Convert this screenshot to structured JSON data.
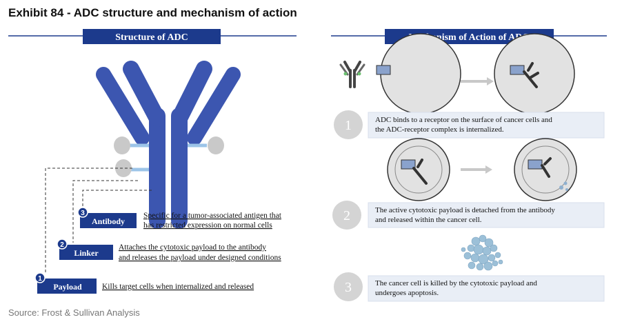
{
  "exhibit_title": "Exhibit 84 - ADC structure and mechanism of action",
  "source": "Source: Frost & Sullivan Analysis",
  "structure": {
    "title": "Structure of ADC",
    "components": [
      {
        "number": "3",
        "label": "Antibody",
        "desc_line1": "Specific for a tumor-associated antigen that",
        "desc_line2": "has restricted expression on normal cells"
      },
      {
        "number": "2",
        "label": "Linker",
        "desc_line1": "Attaches the cytotoxic payload to the antibody",
        "desc_line2": "and releases the payload under designed conditions"
      },
      {
        "number": "1",
        "label": "Payload",
        "desc_line1": "Kills target cells when internalized and released",
        "desc_line2": ""
      }
    ]
  },
  "mechanism": {
    "title": "Mechanism of Action of ADC",
    "steps": [
      {
        "number": "1",
        "line1": "ADC binds to a receptor on the surface of cancer cells and",
        "line2": "the ADC-receptor complex is internalized."
      },
      {
        "number": "2",
        "line1": "The active cytotoxic payload is detached from the antibody",
        "line2": "and released within the cancer cell."
      },
      {
        "number": "3",
        "line1": "The cancer cell is killed by the cytotoxic payload and",
        "line2": "undergoes apoptosis."
      }
    ]
  },
  "colors": {
    "navy": "#1c3a8c",
    "antibody_blue": "#3c56b0",
    "linker_light": "#9cc4e8",
    "payload_gray": "#c9c9c9",
    "step_box": "#e9eef6",
    "step_circle": "#d4d4d4"
  }
}
